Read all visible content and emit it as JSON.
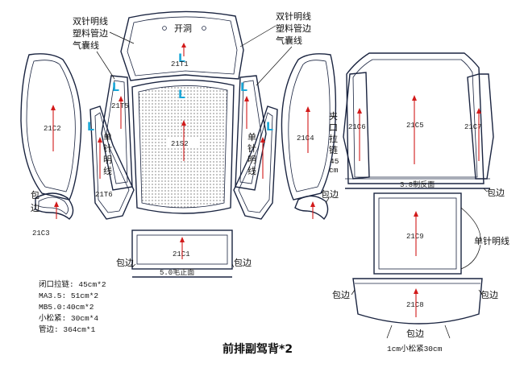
{
  "labels": {
    "callout_left": [
      "双针明线",
      "塑料管边",
      "气囊线"
    ],
    "callout_right": [
      "双针明线",
      "塑料管边",
      "气囊线"
    ],
    "opening": "开洞",
    "zipper_vertical": [
      "夹",
      "口",
      "拉",
      "链",
      "45",
      "cm"
    ],
    "single_stitch_vertical": [
      "单",
      "针",
      "明",
      "线"
    ],
    "single_stitch_horizontal": "单针明线",
    "edge": "包边",
    "edge_left_stacked": [
      "包",
      "边"
    ],
    "face_3_8": "3.8制反面",
    "face_5_0": "5.0毛正面",
    "elastic": "1cm小松紧30cm",
    "title": "前排副驾背*2",
    "direction_letter": "L"
  },
  "parts": {
    "p21t1": "21T1",
    "p21s2": "21S2",
    "p21t5": "21T5",
    "p21t6": "21T6",
    "p21c2": "21C2",
    "p21c3": "21C3",
    "p21c4": "21C4",
    "p21c5": "21C5",
    "p21c6": "21C6",
    "p21c7": "21C7",
    "p21c9": "21C9",
    "p21c8": "21C8",
    "p21c1": "21C1"
  },
  "notes": [
    "闭口拉链: 45cm*2",
    "MA3.5: 51cm*2",
    "MB5.0:40cm*2",
    "小松紧: 30cm*4",
    "管边: 364cm*1"
  ],
  "colors": {
    "outline": "#1a2440",
    "arrow": "#d21a1a",
    "direction_letter": "#1aa7d8"
  }
}
